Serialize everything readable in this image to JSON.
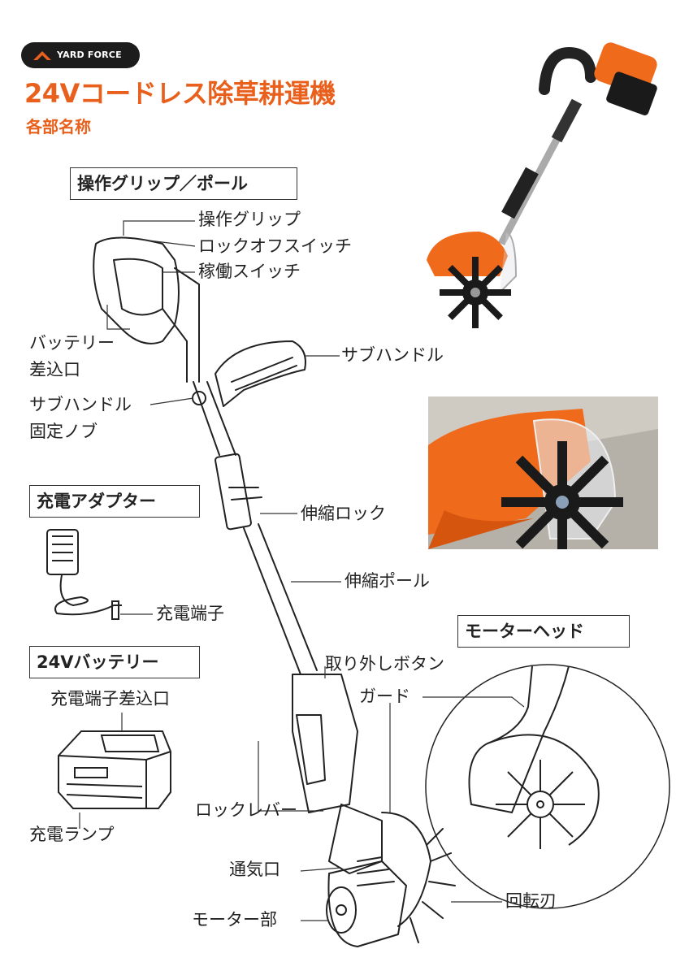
{
  "brand": "YARD FORCE",
  "title": "24Vコードレス除草耕運機",
  "subtitle": "各部名称",
  "sections": {
    "grip_pole": "操作グリップ／ポール",
    "adapter": "充電アダプター",
    "battery": "24Vバッテリー",
    "motor_head": "モーターヘッド"
  },
  "labels": {
    "grip": "操作グリップ",
    "lock_off": "ロックオフスイッチ",
    "operation_switch": "稼働スイッチ",
    "battery_slot_1": "バッテリー",
    "battery_slot_2": "差込口",
    "sub_handle": "サブハンドル",
    "sub_knob_1": "サブハンドル",
    "sub_knob_2": "固定ノブ",
    "telescopic_lock": "伸縮ロック",
    "telescopic_pole": "伸縮ポール",
    "charge_terminal": "充電端子",
    "charge_terminal_slot": "充電端子差込口",
    "charge_lamp": "充電ランプ",
    "release_button": "取り外しボタン",
    "guard": "ガード",
    "lock_lever": "ロックレバー",
    "vent": "通気口",
    "motor": "モーター部",
    "blade": "回転刃"
  },
  "colors": {
    "accent": "#e8601c",
    "product_orange": "#f06a1c"
  }
}
